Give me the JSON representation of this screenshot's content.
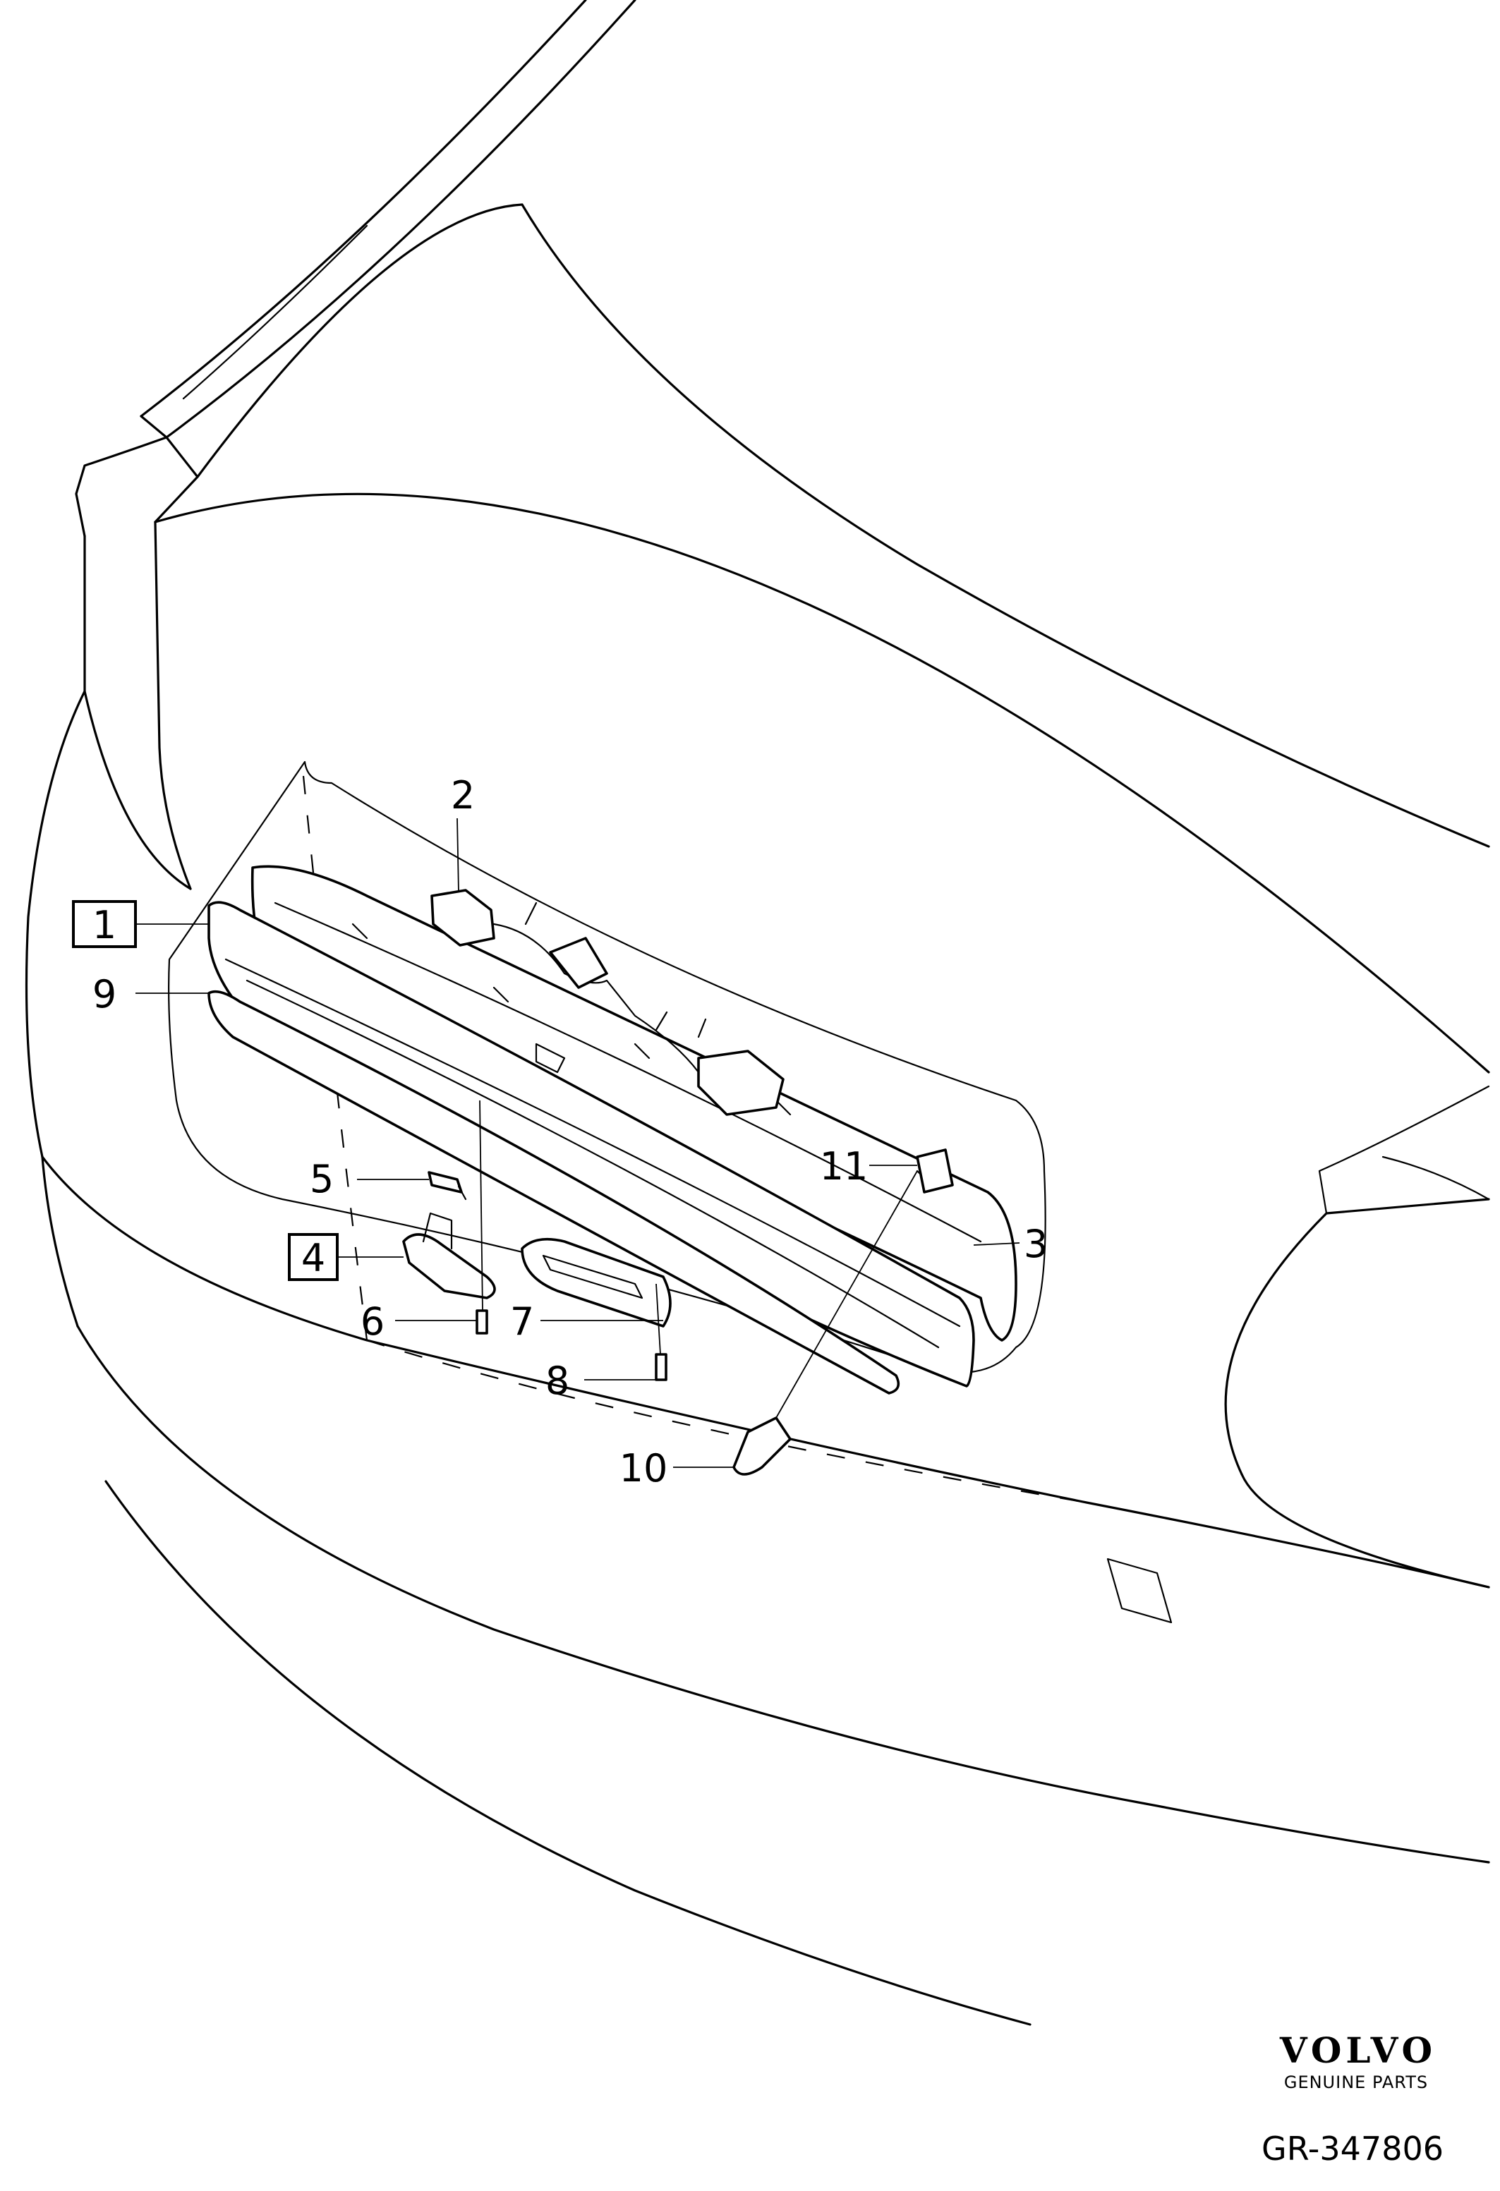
{
  "callouts": [
    {
      "id": "1",
      "label": "1",
      "boxed": true
    },
    {
      "id": "2",
      "label": "2",
      "boxed": false
    },
    {
      "id": "3",
      "label": "3",
      "boxed": false
    },
    {
      "id": "4",
      "label": "4",
      "boxed": true
    },
    {
      "id": "5",
      "label": "5",
      "boxed": false
    },
    {
      "id": "6",
      "label": "6",
      "boxed": false
    },
    {
      "id": "7",
      "label": "7",
      "boxed": false
    },
    {
      "id": "8",
      "label": "8",
      "boxed": false
    },
    {
      "id": "9",
      "label": "9",
      "boxed": false
    },
    {
      "id": "10",
      "label": "10",
      "boxed": false
    },
    {
      "id": "11",
      "label": "11",
      "boxed": false
    }
  ],
  "logo": {
    "brand": "VOLVO",
    "tagline": "GENUINE PARTS"
  },
  "reference": "GR-347806"
}
